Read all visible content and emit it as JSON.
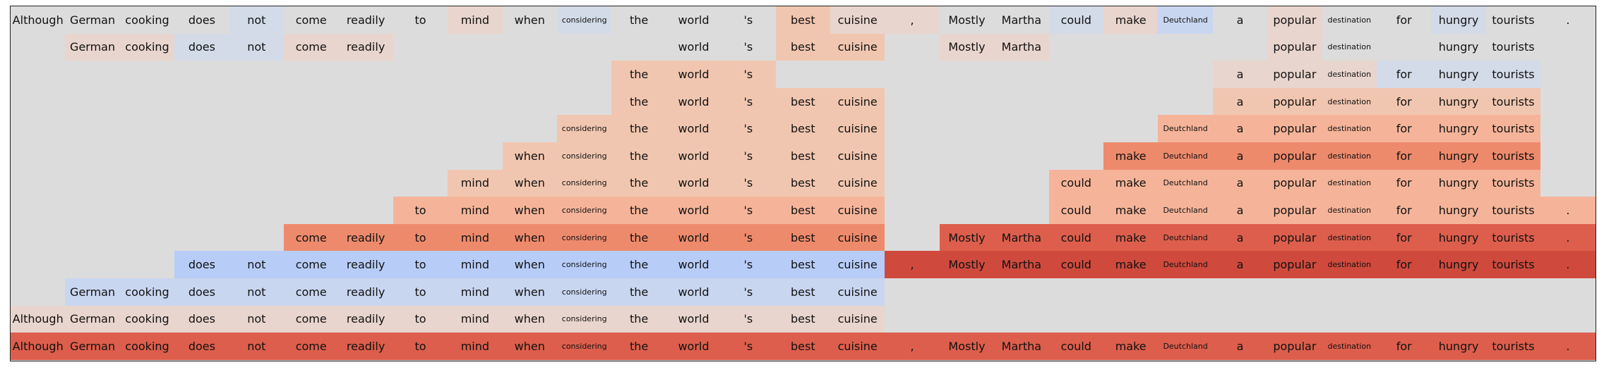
{
  "tokens": [
    "Although",
    "German",
    "cooking",
    "does",
    "not",
    "come",
    "readily",
    "to",
    "mind",
    "when",
    "considering",
    "the",
    "world",
    "'s",
    "best",
    "cuisine",
    ",",
    "Mostly",
    "Martha",
    "could",
    "make",
    "Deutchland",
    "a",
    "popular",
    "destination",
    "for",
    "hungry",
    "tourists",
    "."
  ],
  "rows": [
    {
      "cells": [
        [
          0,
          "n"
        ],
        [
          1,
          "n"
        ],
        [
          2,
          "n"
        ],
        [
          3,
          "n"
        ],
        [
          4,
          "b1"
        ],
        [
          5,
          "n"
        ],
        [
          6,
          "n"
        ],
        [
          7,
          "n"
        ],
        [
          8,
          "r1"
        ],
        [
          9,
          "n"
        ],
        [
          10,
          "b1"
        ],
        [
          11,
          "n"
        ],
        [
          12,
          "n"
        ],
        [
          13,
          "n"
        ],
        [
          14,
          "r2"
        ],
        [
          15,
          "r1"
        ],
        [
          16,
          "r1"
        ],
        [
          17,
          "n"
        ],
        [
          18,
          "n"
        ],
        [
          19,
          "b1"
        ],
        [
          20,
          "r1"
        ],
        [
          21,
          "b2"
        ],
        [
          22,
          "n"
        ],
        [
          23,
          "r1"
        ],
        [
          24,
          "n"
        ],
        [
          25,
          "n"
        ],
        [
          26,
          "b1"
        ],
        [
          27,
          "n"
        ],
        [
          28,
          "n"
        ]
      ]
    },
    {
      "cells": [
        [
          1,
          "r1"
        ],
        [
          2,
          "r1"
        ],
        [
          3,
          "b1"
        ],
        [
          4,
          "b1"
        ],
        [
          5,
          "r1"
        ],
        [
          6,
          "r1"
        ],
        [
          12,
          "n"
        ],
        [
          13,
          "n"
        ],
        [
          14,
          "r2"
        ],
        [
          15,
          "r2"
        ],
        [
          17,
          "r1"
        ],
        [
          18,
          "r1"
        ],
        [
          23,
          "r1"
        ],
        [
          24,
          "n"
        ],
        [
          26,
          "n"
        ],
        [
          27,
          "n"
        ]
      ]
    },
    {
      "cells": [
        [
          11,
          "r2"
        ],
        [
          12,
          "r2"
        ],
        [
          13,
          "r2"
        ],
        [
          22,
          "r1"
        ],
        [
          23,
          "r1"
        ],
        [
          24,
          "r1"
        ],
        [
          25,
          "b1"
        ],
        [
          26,
          "b1"
        ],
        [
          27,
          "b1"
        ]
      ]
    },
    {
      "cells": [
        [
          11,
          "r2"
        ],
        [
          12,
          "r2"
        ],
        [
          13,
          "r2"
        ],
        [
          14,
          "r2"
        ],
        [
          15,
          "r2"
        ],
        [
          22,
          "r2"
        ],
        [
          23,
          "r2"
        ],
        [
          24,
          "r2"
        ],
        [
          25,
          "r2"
        ],
        [
          26,
          "r2"
        ],
        [
          27,
          "r2"
        ]
      ]
    },
    {
      "cells": [
        [
          10,
          "r2"
        ],
        [
          11,
          "r2"
        ],
        [
          12,
          "r2"
        ],
        [
          13,
          "r2"
        ],
        [
          14,
          "r2"
        ],
        [
          15,
          "r2"
        ],
        [
          21,
          "r3"
        ],
        [
          22,
          "r3"
        ],
        [
          23,
          "r3"
        ],
        [
          24,
          "r3"
        ],
        [
          25,
          "r3"
        ],
        [
          26,
          "r3"
        ],
        [
          27,
          "r3"
        ]
      ]
    },
    {
      "cells": [
        [
          9,
          "r2"
        ],
        [
          10,
          "r2"
        ],
        [
          11,
          "r2"
        ],
        [
          12,
          "r2"
        ],
        [
          13,
          "r2"
        ],
        [
          14,
          "r2"
        ],
        [
          15,
          "r2"
        ],
        [
          20,
          "r4"
        ],
        [
          21,
          "r4"
        ],
        [
          22,
          "r4"
        ],
        [
          23,
          "r4"
        ],
        [
          24,
          "r4"
        ],
        [
          25,
          "r4"
        ],
        [
          26,
          "r4"
        ],
        [
          27,
          "r4"
        ]
      ]
    },
    {
      "cells": [
        [
          8,
          "r2"
        ],
        [
          9,
          "r2"
        ],
        [
          10,
          "r2"
        ],
        [
          11,
          "r2"
        ],
        [
          12,
          "r2"
        ],
        [
          13,
          "r2"
        ],
        [
          14,
          "r2"
        ],
        [
          15,
          "r2"
        ],
        [
          19,
          "r3"
        ],
        [
          20,
          "r3"
        ],
        [
          21,
          "r3"
        ],
        [
          22,
          "r3"
        ],
        [
          23,
          "r3"
        ],
        [
          24,
          "r3"
        ],
        [
          25,
          "r3"
        ],
        [
          26,
          "r3"
        ],
        [
          27,
          "r3"
        ]
      ]
    },
    {
      "cells": [
        [
          7,
          "r3"
        ],
        [
          8,
          "r3"
        ],
        [
          9,
          "r3"
        ],
        [
          10,
          "r3"
        ],
        [
          11,
          "r3"
        ],
        [
          12,
          "r3"
        ],
        [
          13,
          "r3"
        ],
        [
          14,
          "r3"
        ],
        [
          15,
          "r3"
        ],
        [
          19,
          "r3"
        ],
        [
          20,
          "r3"
        ],
        [
          21,
          "r3"
        ],
        [
          22,
          "r3"
        ],
        [
          23,
          "r3"
        ],
        [
          24,
          "r3"
        ],
        [
          25,
          "r3"
        ],
        [
          26,
          "r3"
        ],
        [
          27,
          "r3"
        ],
        [
          28,
          "r3"
        ]
      ]
    },
    {
      "cells": [
        [
          5,
          "r4"
        ],
        [
          6,
          "r4"
        ],
        [
          7,
          "r4"
        ],
        [
          8,
          "r4"
        ],
        [
          9,
          "r4"
        ],
        [
          10,
          "r4"
        ],
        [
          11,
          "r4"
        ],
        [
          12,
          "r4"
        ],
        [
          13,
          "r4"
        ],
        [
          14,
          "r4"
        ],
        [
          15,
          "r4"
        ],
        [
          17,
          "r5"
        ],
        [
          18,
          "r5"
        ],
        [
          19,
          "r5"
        ],
        [
          20,
          "r5"
        ],
        [
          21,
          "r5"
        ],
        [
          22,
          "r5"
        ],
        [
          23,
          "r5"
        ],
        [
          24,
          "r5"
        ],
        [
          25,
          "r5"
        ],
        [
          26,
          "r5"
        ],
        [
          27,
          "r5"
        ],
        [
          28,
          "r5"
        ]
      ]
    },
    {
      "cells": [
        [
          3,
          "b3"
        ],
        [
          4,
          "b3"
        ],
        [
          5,
          "b3"
        ],
        [
          6,
          "b3"
        ],
        [
          7,
          "b3"
        ],
        [
          8,
          "b3"
        ],
        [
          9,
          "b3"
        ],
        [
          10,
          "b3"
        ],
        [
          11,
          "b3"
        ],
        [
          12,
          "b3"
        ],
        [
          13,
          "b3"
        ],
        [
          14,
          "b3"
        ],
        [
          15,
          "b3"
        ],
        [
          16,
          "r6"
        ],
        [
          17,
          "r6"
        ],
        [
          18,
          "r6"
        ],
        [
          19,
          "r6"
        ],
        [
          20,
          "r6"
        ],
        [
          21,
          "r6"
        ],
        [
          22,
          "r6"
        ],
        [
          23,
          "r6"
        ],
        [
          24,
          "r6"
        ],
        [
          25,
          "r6"
        ],
        [
          26,
          "r6"
        ],
        [
          27,
          "r6"
        ],
        [
          28,
          "r6"
        ]
      ]
    },
    {
      "cells": [
        [
          1,
          "b2"
        ],
        [
          2,
          "b2"
        ],
        [
          3,
          "b2"
        ],
        [
          4,
          "b2"
        ],
        [
          5,
          "b2"
        ],
        [
          6,
          "b2"
        ],
        [
          7,
          "b2"
        ],
        [
          8,
          "b2"
        ],
        [
          9,
          "b2"
        ],
        [
          10,
          "b2"
        ],
        [
          11,
          "b2"
        ],
        [
          12,
          "b2"
        ],
        [
          13,
          "b2"
        ],
        [
          14,
          "b2"
        ],
        [
          15,
          "b2"
        ]
      ]
    },
    {
      "cells": [
        [
          0,
          "r1"
        ],
        [
          1,
          "r1"
        ],
        [
          2,
          "r1"
        ],
        [
          3,
          "r1"
        ],
        [
          4,
          "r1"
        ],
        [
          5,
          "r1"
        ],
        [
          6,
          "r1"
        ],
        [
          7,
          "r1"
        ],
        [
          8,
          "r1"
        ],
        [
          9,
          "r1"
        ],
        [
          10,
          "r1"
        ],
        [
          11,
          "r1"
        ],
        [
          12,
          "r1"
        ],
        [
          13,
          "r1"
        ],
        [
          14,
          "r1"
        ],
        [
          15,
          "r1"
        ]
      ]
    },
    {
      "cells": [
        [
          0,
          "r5"
        ],
        [
          1,
          "r5"
        ],
        [
          2,
          "r5"
        ],
        [
          3,
          "r5"
        ],
        [
          4,
          "r5"
        ],
        [
          5,
          "r5"
        ],
        [
          6,
          "r5"
        ],
        [
          7,
          "r5"
        ],
        [
          8,
          "r5"
        ],
        [
          9,
          "r5"
        ],
        [
          10,
          "r5"
        ],
        [
          11,
          "r5"
        ],
        [
          12,
          "r5"
        ],
        [
          13,
          "r5"
        ],
        [
          14,
          "r5"
        ],
        [
          15,
          "r5"
        ],
        [
          16,
          "r5"
        ],
        [
          17,
          "r5"
        ],
        [
          18,
          "r5"
        ],
        [
          19,
          "r5"
        ],
        [
          20,
          "r5"
        ],
        [
          21,
          "r5"
        ],
        [
          22,
          "r5"
        ],
        [
          23,
          "r5"
        ],
        [
          24,
          "r5"
        ],
        [
          25,
          "r5"
        ],
        [
          26,
          "r5"
        ],
        [
          27,
          "r5"
        ],
        [
          28,
          "r5"
        ]
      ]
    }
  ],
  "colors": {
    "n": "#dddcdc",
    "b1": "#d3dbe8",
    "b2": "#c9d6f0",
    "b3": "#b7cdf8",
    "r1": "#e8d5cd",
    "r2": "#f1c6b0",
    "r3": "#f5b499",
    "r4": "#ee8a6c",
    "r5": "#dd5e4c",
    "r6": "#cf4a3d"
  },
  "small_tokens": [
    "considering",
    "destination",
    "Deutchland"
  ]
}
